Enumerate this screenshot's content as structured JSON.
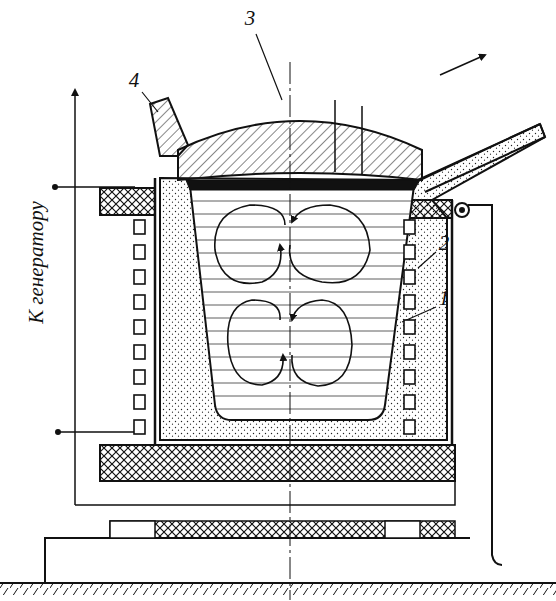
{
  "diagram": {
    "labels": [
      "3",
      "4",
      "2",
      "1",
      "К генератору"
    ]
  }
}
